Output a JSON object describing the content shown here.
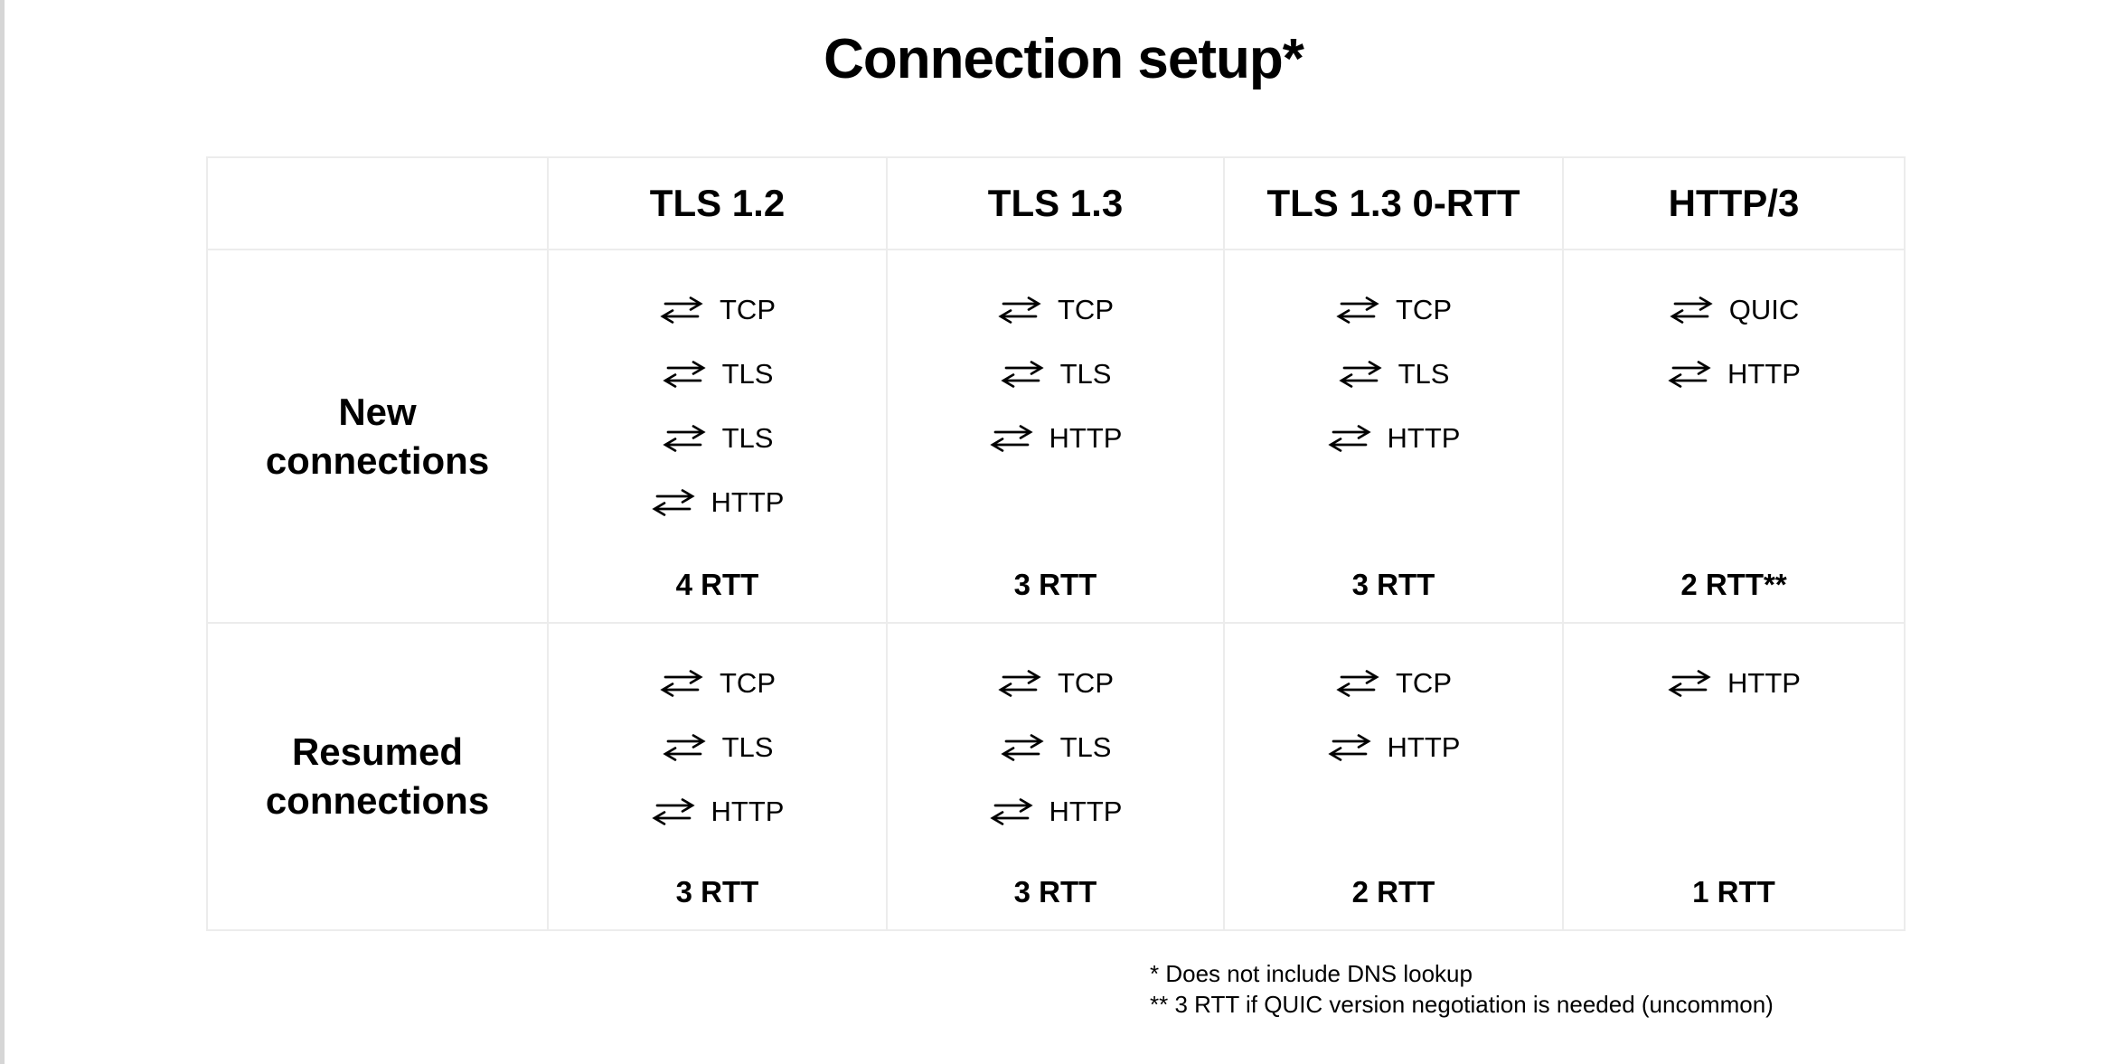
{
  "title": "Connection setup*",
  "table": {
    "column_headers": [
      "",
      "TLS 1.2",
      "TLS 1.3",
      "TLS 1.3 0-RTT",
      "HTTP/3"
    ],
    "rows": [
      {
        "label": "New connections",
        "cells": [
          {
            "steps": [
              "TCP",
              "TLS",
              "TLS",
              "HTTP"
            ],
            "rtt": "4 RTT"
          },
          {
            "steps": [
              "TCP",
              "TLS",
              "HTTP"
            ],
            "rtt": "3 RTT"
          },
          {
            "steps": [
              "TCP",
              "TLS",
              "HTTP"
            ],
            "rtt": "3 RTT"
          },
          {
            "steps": [
              "QUIC",
              "HTTP"
            ],
            "rtt": "2 RTT**"
          }
        ]
      },
      {
        "label": "Resumed connections",
        "cells": [
          {
            "steps": [
              "TCP",
              "TLS",
              "HTTP"
            ],
            "rtt": "3 RTT"
          },
          {
            "steps": [
              "TCP",
              "TLS",
              "HTTP"
            ],
            "rtt": "3 RTT"
          },
          {
            "steps": [
              "TCP",
              "HTTP"
            ],
            "rtt": "2 RTT"
          },
          {
            "steps": [
              "HTTP"
            ],
            "rtt": "1 RTT"
          }
        ]
      }
    ]
  },
  "footnotes": [
    "* Does not include DNS lookup",
    "** 3 RTT if QUIC version negotiation is needed (uncommon)"
  ],
  "icons": {
    "exchange": "round-trip-arrows-icon"
  },
  "colors": {
    "background": "#ffffff",
    "text": "#000000",
    "table_border": "#ececec",
    "page_edge": "#d6d6d6"
  }
}
